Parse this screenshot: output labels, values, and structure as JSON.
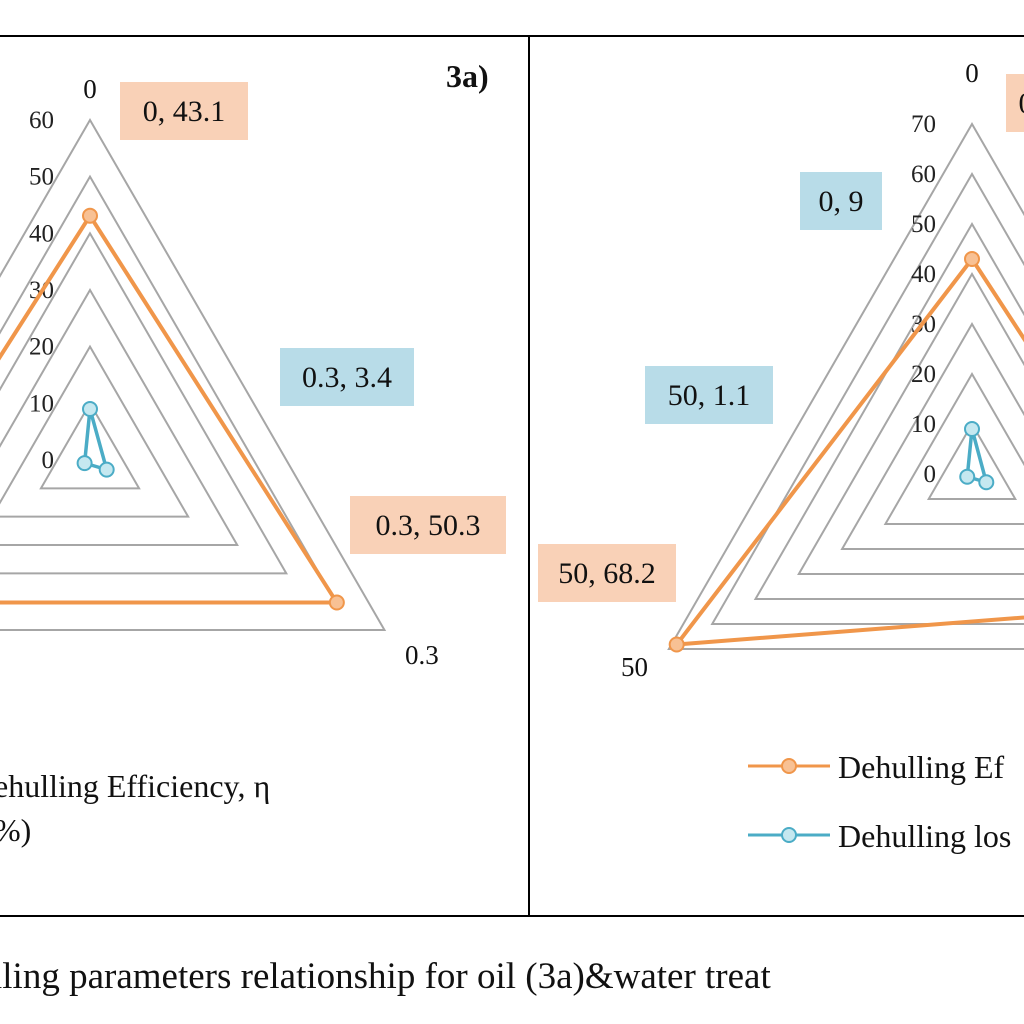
{
  "caption": "lling parameters relationship  for oil (3a)&water treat",
  "colors": {
    "efficiency": "#f0964a",
    "efficiency_marker": "#f8c194",
    "loss": "#4bacc6",
    "loss_marker": "#c5e8f0",
    "label_efficiency_bg": "#f9d1b7",
    "label_loss_bg": "#b8dce8",
    "grid": "#a6a6a6",
    "frame": "#000000"
  },
  "chart_data": [
    {
      "type": "radar",
      "panel_label": "3a)",
      "title": "",
      "categories": [
        "0",
        "0.3",
        ""
      ],
      "r_ticks": [
        "0",
        "10",
        "20",
        "30",
        "40",
        "50",
        "60"
      ],
      "rlim": [
        0,
        60
      ],
      "grid": true,
      "series": [
        {
          "name": "",
          "color": "#f0964a",
          "values": [
            43.1,
            50.3,
            null
          ]
        },
        {
          "name": "",
          "color": "#4bacc6",
          "values": [
            null,
            3.4,
            null
          ]
        }
      ],
      "data_labels": [
        {
          "series": 0,
          "index": 0,
          "text": "0, 43.1"
        },
        {
          "series": 0,
          "index": 1,
          "text": "0.3, 50.3"
        },
        {
          "series": 1,
          "index": 1,
          "text": "0.3, 3.4"
        }
      ],
      "legend": {
        "position": "bottom",
        "lines": [
          "ehulling Efficiency, η",
          "%)"
        ]
      }
    },
    {
      "type": "radar",
      "panel_label": "",
      "title": "",
      "categories": [
        "0",
        "",
        "50"
      ],
      "r_ticks": [
        "0",
        "10",
        "20",
        "30",
        "40",
        "50",
        "60",
        "70"
      ],
      "rlim": [
        0,
        70
      ],
      "grid": true,
      "series": [
        {
          "name": "Dehulling Ef",
          "color": "#f0964a",
          "values": [
            43.0,
            null,
            68.2
          ]
        },
        {
          "name": "Dehulling los",
          "color": "#4bacc6",
          "values": [
            9,
            null,
            1.1
          ]
        }
      ],
      "data_labels": [
        {
          "series": 0,
          "index": 0,
          "text": "0"
        },
        {
          "series": 1,
          "index": 0,
          "text": "0, 9"
        },
        {
          "series": 1,
          "index": 2,
          "text": "50, 1.1"
        },
        {
          "series": 0,
          "index": 2,
          "text": "50, 68.2"
        }
      ],
      "legend": {
        "position": "bottom-right"
      }
    }
  ]
}
